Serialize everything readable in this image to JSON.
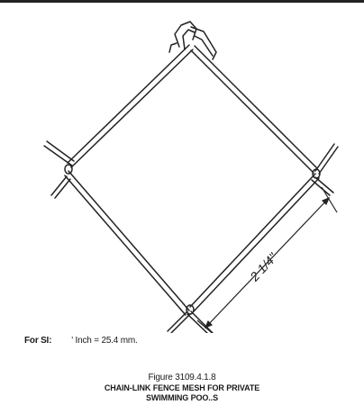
{
  "dimension_label": "2 1/4\"",
  "si_note": {
    "label": "For SI:",
    "text": "' Inch = 25.4 mm."
  },
  "caption": {
    "figure_number": "Figure 3109.4.1.8",
    "title_line_1": "CHAIN-LINK FENCE MESH FOR PRIVATE",
    "title_line_2": "SWIMMING POO..S"
  },
  "colors": {
    "ink": "#222222",
    "background": "#ffffff"
  }
}
